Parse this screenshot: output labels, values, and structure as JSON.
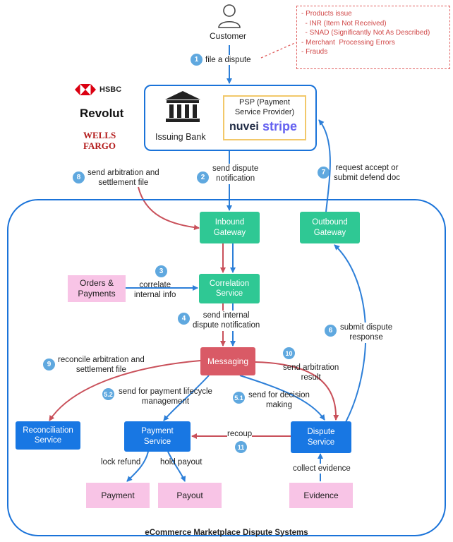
{
  "customer": {
    "label": "Customer",
    "icon": "person-icon"
  },
  "issues_note": {
    "lines": [
      "- Products issue",
      "  - INR (Item Not Received)",
      "  - SNAD (Significantly Not As Described)",
      "- Merchant  Processing Errors",
      "- Frauds"
    ]
  },
  "brands": {
    "hsbc": "HSBC",
    "revolut": "Revolut",
    "wells_line1": "WELLS",
    "wells_line2": "FARGO"
  },
  "issuing_bank": {
    "label": "Issuing Bank"
  },
  "psp": {
    "title": "PSP (Payment\nService Provider)",
    "nuvei": "nuvei",
    "stripe": "stripe"
  },
  "nodes": {
    "inbound_gateway": "Inbound\nGateway",
    "outbound_gateway": "Outbound\nGateway",
    "correlation_service": "Correlation\nService",
    "orders_payments": "Orders &\nPayments",
    "messaging": "Messaging",
    "reconciliation_service": "Reconciliation\nService",
    "payment_service": "Payment\nService",
    "dispute_service": "Dispute\nService",
    "payment": "Payment",
    "payout": "Payout",
    "evidence": "Evidence"
  },
  "steps": [
    {
      "num": "1",
      "label": "file a dispute"
    },
    {
      "num": "2",
      "label": "send dispute\nnotification"
    },
    {
      "num": "3",
      "label": "correlate\ninternal info"
    },
    {
      "num": "4",
      "label": "send internal\ndispute notification"
    },
    {
      "num": "5.1",
      "label": "send for decision\nmaking"
    },
    {
      "num": "5.2",
      "label": "send for payment lifecycle\nmanagement"
    },
    {
      "num": "6",
      "label": "submit dispute\nresponse"
    },
    {
      "num": "7",
      "label": "request accept or\nsubmit defend doc"
    },
    {
      "num": "8",
      "label": "send arbitration and\nsettlement file"
    },
    {
      "num": "9",
      "label": "reconcile arbitration and\nsettlement file"
    },
    {
      "num": "10",
      "label": "send arbitration\nresult"
    },
    {
      "num": "11",
      "label": "recoup"
    }
  ],
  "edge_labels": {
    "lock_refund": "lock refund",
    "hold_payout": "hold payout",
    "collect_evidence": "collect evidence"
  },
  "system_title": "eCommerce Marketplace Dispute Systems",
  "colors": {
    "blue_edge": "#2d7fd8",
    "red_edge": "#c9505a",
    "frame": "#1a73d9",
    "badge": "#5fa8df"
  }
}
